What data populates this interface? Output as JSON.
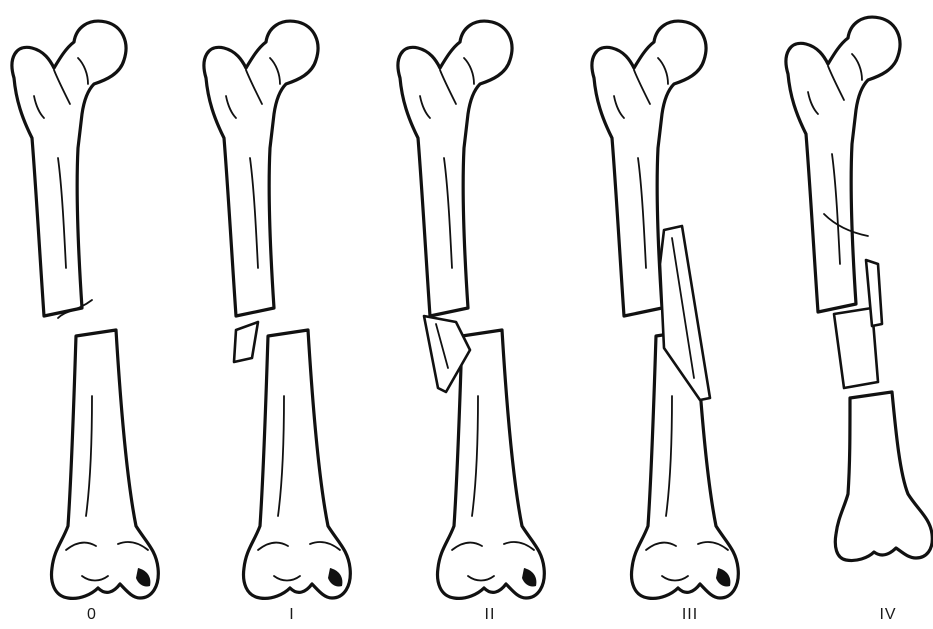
{
  "figure": {
    "panels": [
      {
        "label": "0"
      },
      {
        "label": "I"
      },
      {
        "label": "II"
      },
      {
        "label": "III"
      },
      {
        "label": "IV"
      }
    ],
    "colors": {
      "ink": "#111111",
      "paper": "#ffffff"
    }
  }
}
